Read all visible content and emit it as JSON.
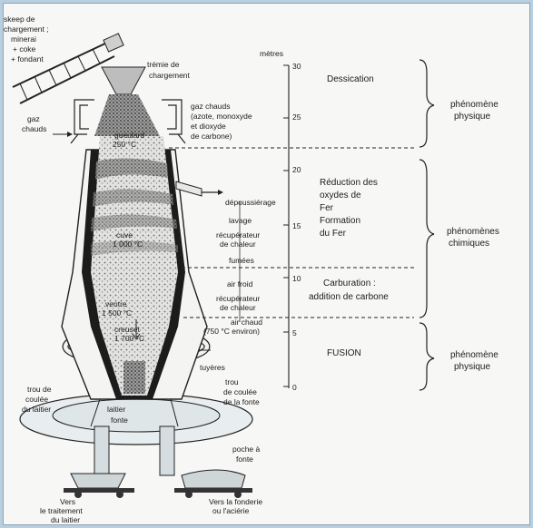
{
  "diagram": {
    "skip": [
      "skeep de",
      "chargement ;",
      "minerai",
      "+ coke",
      "+ fondant"
    ],
    "tremie": [
      "trémie de",
      "chargement"
    ],
    "gaz_left": [
      "gaz",
      "chauds"
    ],
    "gaz_right": [
      "gaz chauds",
      "(azote, monoxyde",
      "et dioxyde",
      "de carbone)"
    ],
    "gueulard": [
      "gueulard",
      "250 °C"
    ],
    "cuve": [
      "cuve",
      "1 000 °C"
    ],
    "ventre": [
      "ventre",
      "1 500 °C"
    ],
    "creuset": [
      "creuset",
      "1 700 °C"
    ],
    "process": {
      "depoussierage": "dépoussiérage",
      "lavage": "lavage",
      "recup1": [
        "récupérateur",
        "de chaleur"
      ],
      "fumees": "fumées",
      "air_froid": "air froid",
      "recup2": [
        "récupérateur",
        "de chaleur"
      ],
      "air_chaud": [
        "air chaud",
        "(750 °C environ)"
      ]
    },
    "tuyeres": "tuyères",
    "trou_laitier": [
      "trou de",
      "coulée",
      "du laitier"
    ],
    "trou_fonte": [
      "trou",
      "de coulée",
      "de la fonte"
    ],
    "laitier_fonte": [
      "laitier",
      "fonte"
    ],
    "poche": [
      "poche à",
      "fonte"
    ],
    "vers_laitier": [
      "Vers",
      "le traitement",
      "du laitier"
    ],
    "vers_fonderie": [
      "Vers la fonderie",
      "ou l'aciérie"
    ]
  },
  "scale": {
    "unit": "mètres",
    "ticks": [
      "30",
      "25",
      "20",
      "15",
      "10",
      "5",
      "0"
    ]
  },
  "zones": {
    "dessication": "Dessication",
    "reduction": [
      "Réduction des",
      "oxydes de",
      "Fer",
      "Formation",
      "du Fer"
    ],
    "carburation": [
      "Carburation :",
      "addition de carbone"
    ],
    "fusion": "FUSION"
  },
  "phenomena": {
    "p1": [
      "phénomène",
      "physique"
    ],
    "p2": [
      "phénomènes",
      "chimiques"
    ],
    "p3": [
      "phénomène",
      "physique"
    ]
  },
  "colors": {
    "background": "#b9cfe0",
    "paper": "#f7f8f6",
    "ink": "#1b1b1b"
  }
}
